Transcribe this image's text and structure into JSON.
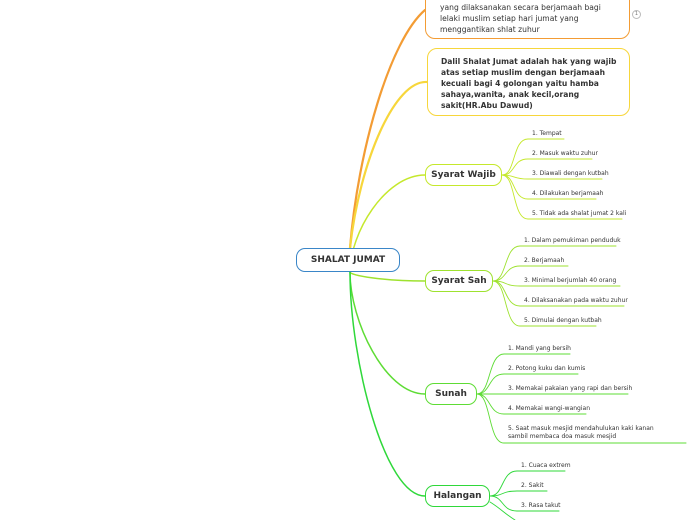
{
  "root": {
    "label": "SHALAT JUMAT"
  },
  "notes": [
    {
      "id": "definition",
      "text_lines": [
        "yang dilaksanakan secara berjamaah bagi",
        "lelaki muslim setiap hari jumat yang",
        "menggantikan shlat zuhur"
      ],
      "badge": "1",
      "color": "#f39c34"
    },
    {
      "id": "dalil",
      "text_lines": [
        "Dalil Shalat Jumat adalah hak yang wajib",
        "atas setiap muslim dengan berjamaah",
        "kecuali bagi 4 golongan yaitu hamba",
        "sahaya,wanita, anak kecil,orang",
        "sakit(HR.Abu Dawud)"
      ],
      "color": "#f7d63b"
    }
  ],
  "branches": [
    {
      "label": "Syarat Wajib",
      "color": "#c5e82c",
      "items": [
        "1. Tempat",
        "2. Masuk waktu zuhur",
        "3. Diawali dengan kutbah",
        "4. Dilakukan berjamaah",
        "5. Tidak ada shalat jumat 2 kali"
      ]
    },
    {
      "label": "Syarat Sah",
      "color": "#9ee22f",
      "items": [
        "1. Dalam pemukiman penduduk",
        "2. Berjamaah",
        "3. Minimal berjumlah 40 orang",
        "4. Dilaksanakan pada waktu zuhur",
        "5. Dimulai dengan kutbah"
      ]
    },
    {
      "label": "Sunah",
      "color": "#5edc35",
      "items": [
        "1. Mandi yang bersih",
        "2. Potong kuku dan kumis",
        "3. Memakai pakaian yang rapi dan bersih",
        "4. Memakai wangi-wangian",
        "5. Saat masuk mesjid mendahulukan kaki kanan sambil membaca doa masuk mesjid"
      ]
    },
    {
      "label": "Halangan",
      "color": "#2fd83a",
      "items": [
        "1. Cuaca extrem",
        "2. Sakit",
        "3. Rasa takut"
      ]
    }
  ]
}
